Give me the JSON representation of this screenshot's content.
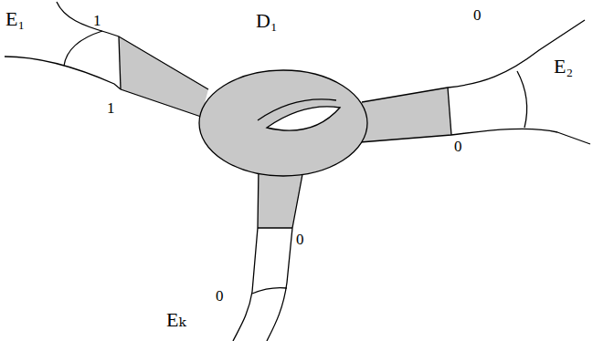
{
  "diagram": {
    "labels": [
      "E₁",
      "1",
      "1",
      "D₁",
      "0",
      "0",
      "E₂",
      "0",
      "0",
      "Eₖ"
    ]
  }
}
